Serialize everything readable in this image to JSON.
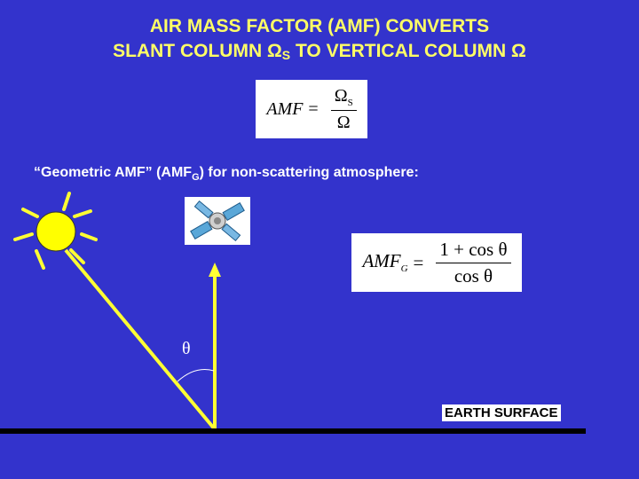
{
  "title": {
    "line1": "AIR MASS FACTOR (AMF) CONVERTS",
    "line2_a": "SLANT COLUMN Ω",
    "line2_sub": "S",
    "line2_b": " TO VERTICAL COLUMN Ω"
  },
  "formula1": {
    "lhs": "AMF",
    "eq": "=",
    "num": "Ω",
    "num_sub": "S",
    "den": "Ω"
  },
  "subtitle": {
    "a": "“Geometric AMF” (AMF",
    "sub": "G",
    "b": ") for non-scattering atmosphere:"
  },
  "formula2": {
    "lhs": "AMF",
    "lhs_sub": "G",
    "eq": "=",
    "num": "1 + cos θ",
    "den": "cos θ"
  },
  "angle_label": "θ",
  "earth_label": "EARTH SURFACE",
  "colors": {
    "background": "#3333cc",
    "title": "#ffff66",
    "sun": "#ffff00",
    "ray": "#ffff33",
    "ground": "#000000"
  }
}
